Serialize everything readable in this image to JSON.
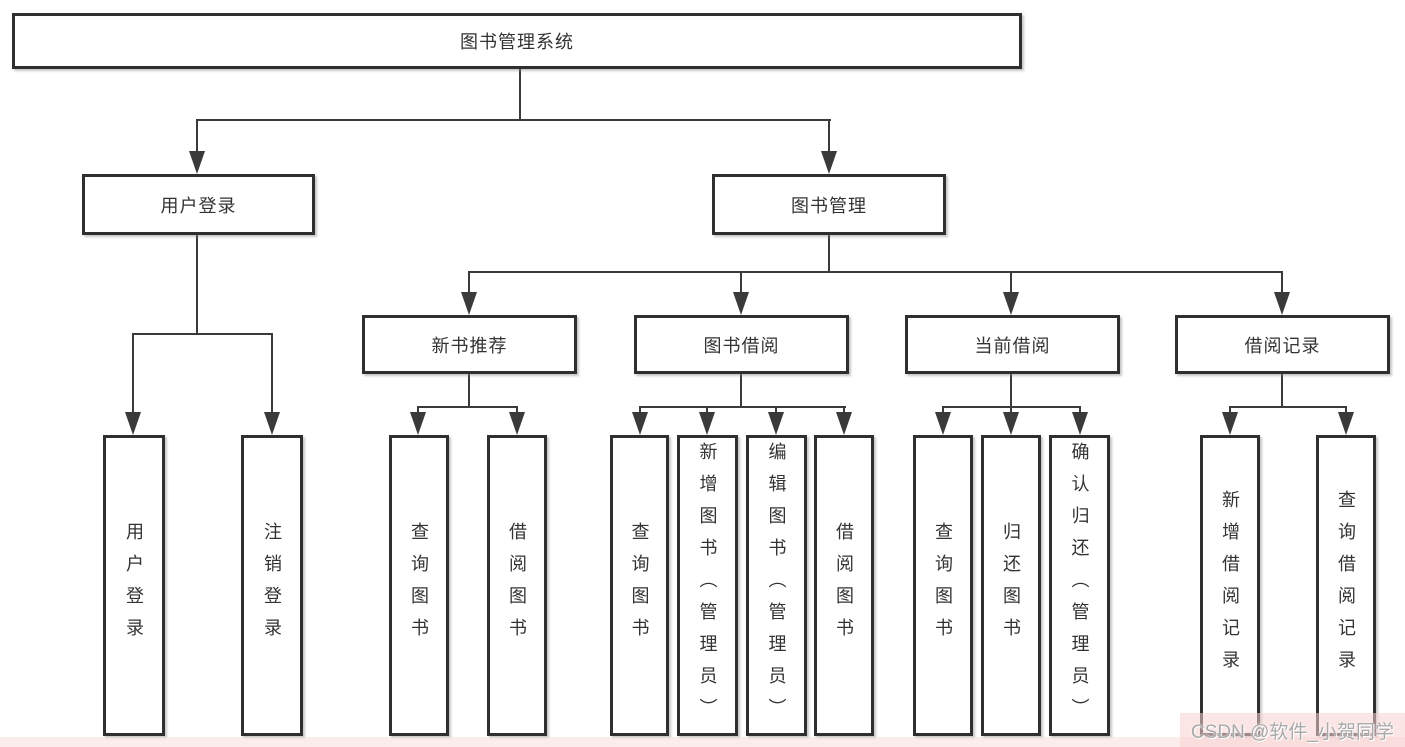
{
  "diagram": {
    "root": "图书管理系统",
    "level2": {
      "user_login": "用户登录",
      "book_mgmt": "图书管理"
    },
    "level3": {
      "new_book_rec": "新书推荐",
      "book_borrow": "图书借阅",
      "current_borrow": "当前借阅",
      "borrow_records": "借阅记录"
    },
    "leaves": {
      "user_login": "用户登录",
      "logout": "注销登录",
      "rec_query": "查询图书",
      "rec_borrow": "借阅图书",
      "bb_query": "查询图书",
      "bb_add": "新增图书（管理员）",
      "bb_edit": "编辑图书（管理员）",
      "bb_borrow": "借阅图书",
      "cb_query": "查询图书",
      "cb_return": "归还图书",
      "cb_confirm": "确认归还（管理员）",
      "br_add": "新增借阅记录",
      "br_query": "查询借阅记录"
    }
  },
  "watermark": {
    "text": "CSDN @软件_小贺同学",
    "text_color": "#a9a9a9",
    "highlight_color": "#f8d0d0"
  },
  "colors": {
    "line": "#3a3a3a",
    "box_border": "#2f2f2f",
    "box_fill": "#ffffff",
    "text": "#333333",
    "background": "#ffffff"
  }
}
